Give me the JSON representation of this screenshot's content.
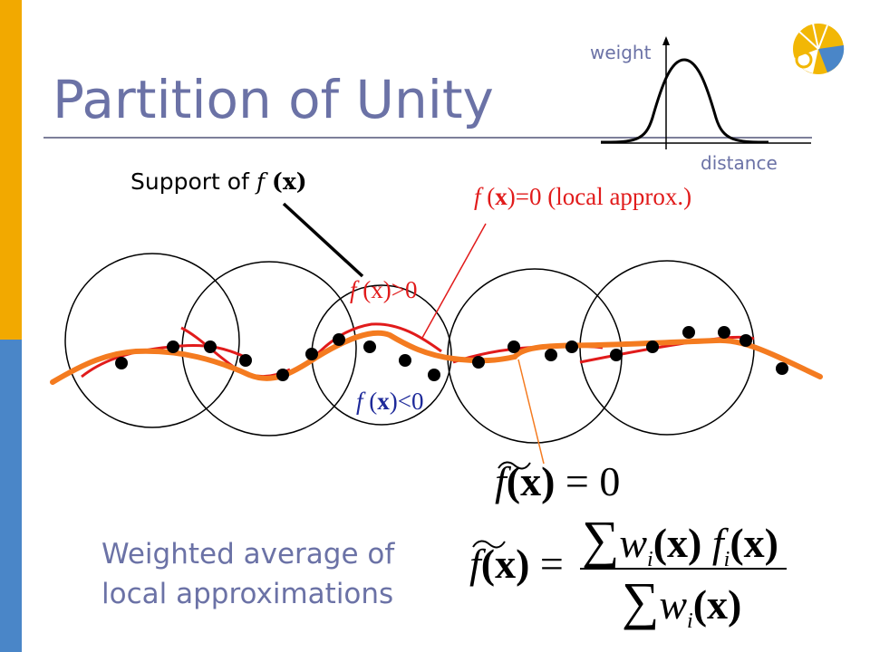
{
  "slide": {
    "title": "Partition of Unity",
    "inset": {
      "y_label": "weight",
      "x_label": "distance"
    },
    "support_label": {
      "prefix": "Support of ",
      "f": "f",
      "x": "(x)"
    },
    "labels": {
      "local_zero": {
        "f": "f",
        "x_open": " (",
        "x": "x",
        "rest": ")=0 (local approx.)"
      },
      "positive": {
        "f": "f",
        "rest": " (x)>0"
      },
      "negative": {
        "f": "f",
        "x_open": " (",
        "x": "x",
        "rest": ")<0"
      }
    },
    "formula_zero": {
      "tilde_f": "f",
      "arg": "(x)",
      "eq": "= 0"
    },
    "formula_avg": {
      "tilde_f": "f",
      "arg": "(x)",
      "eq": "=",
      "sum": "∑",
      "w": "w",
      "i": "i",
      "x": "(x)",
      "f": "f"
    },
    "caption": {
      "line1": "Weighted average of",
      "line2": "local approximations"
    }
  },
  "colors": {
    "orange_bar": "#F2A900",
    "blue_bar": "#4A86C8",
    "title": "#6B72A6",
    "red_curve": "#E11B1B",
    "global_curve": "#F47B20"
  },
  "icons": {
    "logo": "ginkgo-leaf-logo"
  }
}
